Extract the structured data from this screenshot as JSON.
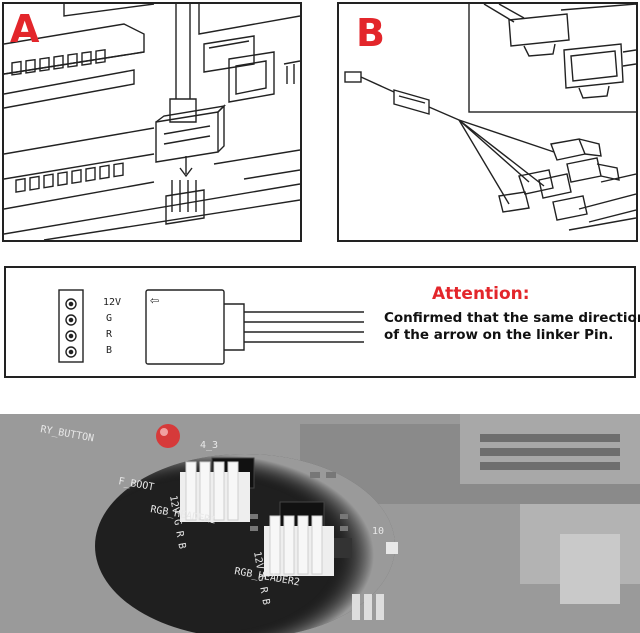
{
  "panel_a": {
    "badge": "A"
  },
  "panel_b": {
    "badge": "B"
  },
  "connector": {
    "pins": [
      "12V",
      "G",
      "R",
      "B"
    ],
    "arrow_symbol": "⇦"
  },
  "attention": {
    "title": "Attention:",
    "line1": "Confirmed that the same direction",
    "line2": "of the arrow on the linker Pin."
  },
  "board_photo": {
    "silkscreen_top": "RY_BUTTON",
    "silkscreen_boot": "F_BOOT",
    "header1_pins": "12V G R B",
    "header1_label": "RGB_HEADER1",
    "header2_pins": "12V G R B",
    "header2_label": "RGB_HEADER2",
    "chip_mark": "4_3",
    "side_mark": "10"
  },
  "colors": {
    "accent": "#e3262b",
    "line": "#222222",
    "board": "#2a2a2a",
    "header": "#f4f4f4"
  }
}
